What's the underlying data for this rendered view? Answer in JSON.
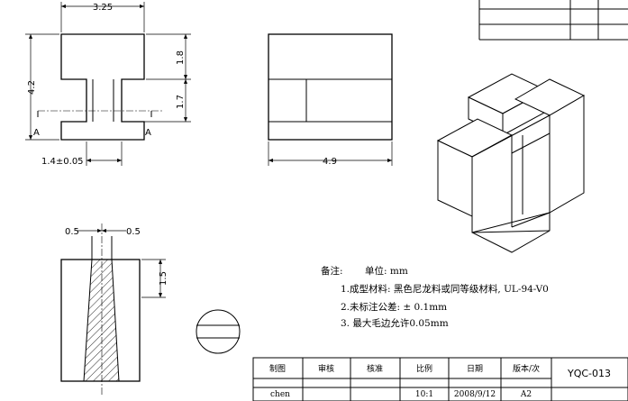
{
  "dimensions": {
    "width": "3.25",
    "height": "4.2",
    "top_height": "1.8",
    "mid_height": "1.7",
    "neck_width": "1.4±0.05",
    "side_width": "4.9",
    "hole_left": "0.5",
    "hole_right": "0.5",
    "hole_depth": "1.5"
  },
  "section_marks": {
    "left": "A",
    "right": "A"
  },
  "notes": {
    "heading": "备注:",
    "unit": "单位: mm",
    "items": [
      "1.成型材料:  黑色尼龙料或同等级材料, UL-94-V0",
      "2.未标注公差:  ± 0.1mm",
      "3. 最大毛边允许0.05mm"
    ]
  },
  "title_block": {
    "headers": [
      "制图",
      "审核",
      "核准",
      "比例",
      "日期",
      "版本/次"
    ],
    "values": [
      "chen",
      "",
      "",
      "10:1",
      "2008/9/12",
      "A2"
    ],
    "drawing_no": "YQC-013"
  }
}
